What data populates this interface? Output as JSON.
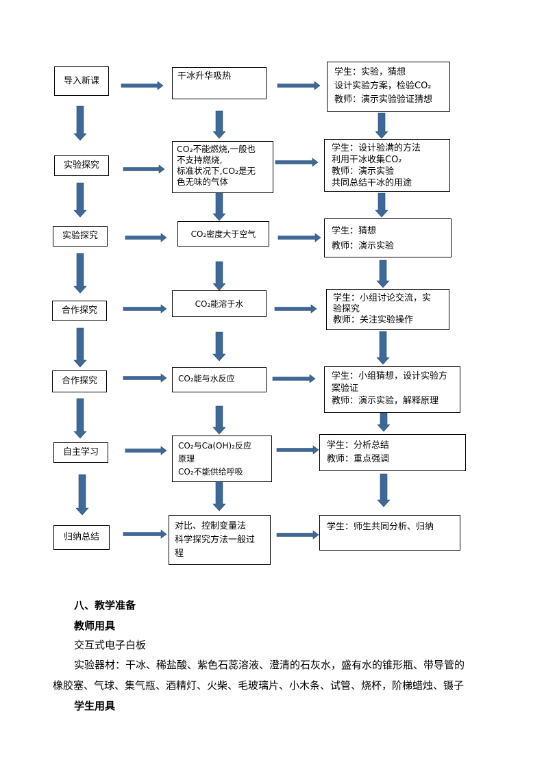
{
  "flow": {
    "col1": [
      "导入新课",
      "实验探究",
      "实验探究",
      "合作探究",
      "合作探究",
      "自主学习",
      "归纳总结"
    ],
    "col2": [
      [
        "干冰升华吸热"
      ],
      [
        "CO₂不能燃烧,一般也",
        "不支持燃烧,",
        "标准状况下,CO₂是无",
        "色无味的气体"
      ],
      [
        "CO₂密度大于空气"
      ],
      [
        "CO₂能溶于水"
      ],
      [
        "CO₂能与水反应"
      ],
      [
        "CO₂与Ca(OH)₂反应",
        "原理",
        "CO₂不能供给呼吸"
      ],
      [
        "对比、控制变量法",
        "科学探究方法一般过",
        "程"
      ]
    ],
    "col3": [
      [
        "学生：实验，猜想",
        "设计实验方案，检验CO₂",
        "教师：演示实验验证猜想"
      ],
      [
        "学生：设计验满的方法",
        "利用干冰收集CO₂",
        "教师：演示实验",
        "共同总结干冰的用途"
      ],
      [
        "学生：猜想",
        "教师：演示实验"
      ],
      [
        "学生：小组讨论交流，实",
        "验探究",
        "教师：关注实验操作"
      ],
      [
        "学生：小组猜想，设计实验方",
        "案验证",
        "教师：演示实验，解释原理"
      ],
      [
        "学生：分析总结",
        "教师：重点强调"
      ],
      [
        "学生：师生共同分析、归纳"
      ]
    ]
  },
  "section": {
    "heading": "八、教学准备",
    "teacher_tools_heading": "教师用具",
    "teacher_tools_item": "交互式电子白板",
    "equipment_line1": "实验器材：干冰、稀盐酸、紫色石蕊溶液、澄清的石灰水，盛有水的锥形瓶、带导管的",
    "equipment_line2": "橡胶塞、气球、集气瓶、酒精灯、火柴、毛玻璃片、小木条、试管、烧杯，阶梯蜡烛、镊子",
    "student_tools_heading": "学生用具"
  },
  "colors": {
    "arrow": "#3d6898",
    "arrow_edge": "#2b4d73"
  }
}
